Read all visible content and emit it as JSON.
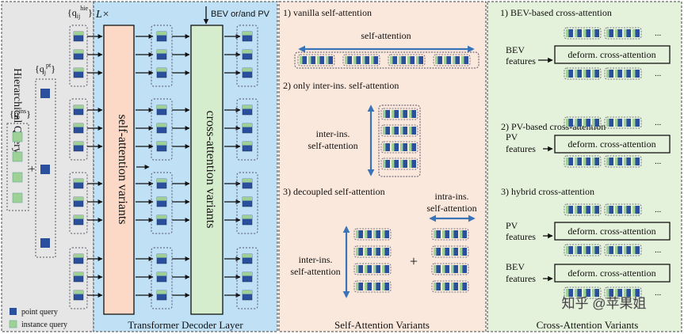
{
  "left_panel": {
    "title": "Hierarchical Query",
    "q_ins": "{q",
    "q_ins_sup": "ins",
    "q_ins_close": "}",
    "q_pt": "{q",
    "q_pt_sub": "j",
    "q_pt_sup": "pt",
    "q_pt_close": "}",
    "q_hie": "{q",
    "q_hie_sub": "ij",
    "q_hie_sup": "hie",
    "q_hie_close": "}",
    "plus": "+",
    "legend_point": "point query",
    "legend_instance": "instance query"
  },
  "decoder": {
    "repeat_label": "L×",
    "self_attention_block": "self-attention variants",
    "cross_attention_block": "cross-attention variants",
    "bev_input_label": "BEV or/and PV",
    "caption": "Transformer Decoder Layer"
  },
  "self_attention_panel": {
    "caption": "Self-Attention Variants",
    "s1_title": "1) vanilla self-attention",
    "s1_arrow_label": "self-attention",
    "s2_title": "2) only inter-ins. self-attention",
    "s2_label_line1": "inter-ins.",
    "s2_label_line2": "self-attention",
    "s3_title": "3) decoupled self-attention",
    "s3_intra_line1": "intra-ins.",
    "s3_intra_line2": "self-attention",
    "s3_inter_line1": "inter-ins.",
    "s3_inter_line2": "self-attention",
    "plus": "+"
  },
  "cross_attention_panel": {
    "caption": "Cross-Attention Variants",
    "c1_title": "1) BEV-based cross-attention",
    "c2_title": "2) PV-based cross-attention",
    "c3_title": "3) hybrid cross-attention",
    "bev_line1": "BEV",
    "pv_line1": "PV",
    "features": "features",
    "deform_label": "deform. cross-attention",
    "ellipsis": "..."
  },
  "watermark": "知乎 @苹果姐",
  "colors": {
    "point_query": "#2a4f9c",
    "instance_query": "#9fd196",
    "decoder_bg": "#bfe0f5",
    "self_attn_block": "#fbd9c6",
    "cross_attn_block": "#d6edcd",
    "self_panel_bg": "#fbe8dc",
    "cross_panel_bg": "#e5f2db",
    "arrow_blue": "#3a74b8"
  }
}
